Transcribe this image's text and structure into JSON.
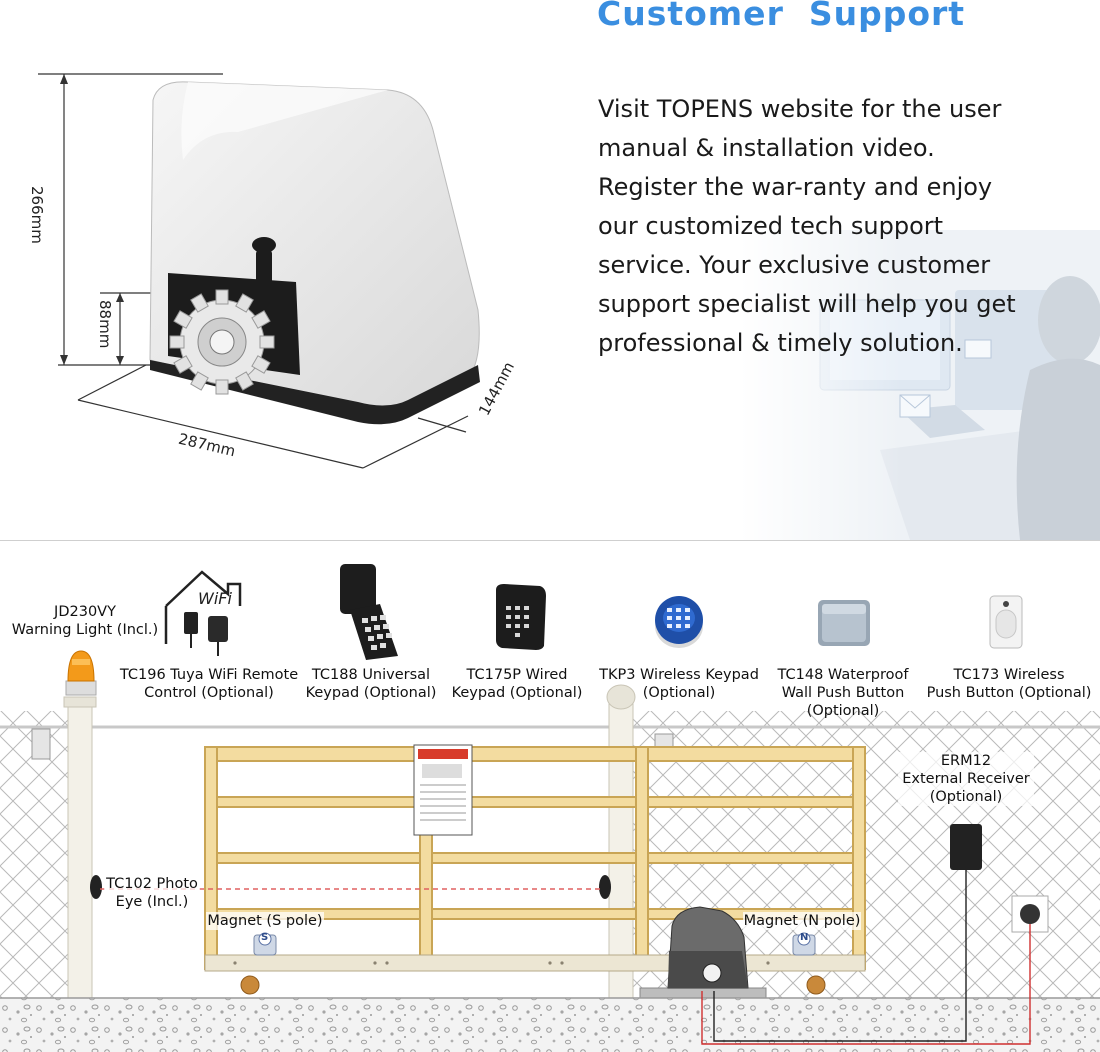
{
  "support": {
    "title": "Customer  Support",
    "body": "Visit TOPENS website for the user manual & installation video. Register the war-ranty and enjoy our customized tech support service. Your exclusive customer support specialist will help you get professional & timely solution."
  },
  "dimensions": {
    "height": "266mm",
    "gear_height": "88mm",
    "length": "287mm",
    "width": "144mm"
  },
  "accessories": {
    "warning_light": "JD230VY\nWarning Light (Incl.)",
    "wifi_logo": "WiFi",
    "wifi_remote": "TC196 Tuya WiFi Remote\nControl (Optional)",
    "universal_keypad": "TC188 Universal\nKeypad (Optional)",
    "wired_keypad": "TC175P Wired\nKeypad (Optional)",
    "wireless_keypad": "TKP3 Wireless Keypad\n(Optional)",
    "waterproof_button": "TC148 Waterproof\nWall Push Button\n(Optional)",
    "wireless_button": "TC173 Wireless\nPush Button (Optional)",
    "external_receiver": "ERM12\nExternal Receiver\n(Optional)",
    "photo_eye": "TC102 Photo\nEye (Incl.)",
    "magnet_s": "Magnet (S pole)",
    "magnet_n": "Magnet (N pole)",
    "magnet_s_letter": "S",
    "magnet_n_letter": "N"
  },
  "colors": {
    "title_blue": "#3a8ee0",
    "gate_yellow": "#f3dca0",
    "gate_outline": "#c9a555",
    "photo_beam": "#e06060",
    "wire_red": "#d03030"
  }
}
